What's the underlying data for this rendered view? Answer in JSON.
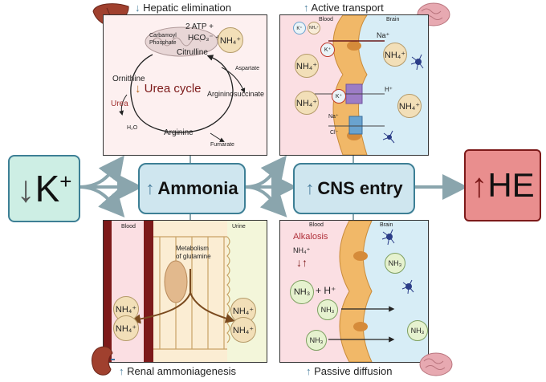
{
  "left_node": {
    "arrow": "↓",
    "text": "K",
    "sup": "+"
  },
  "ammonia_node": {
    "arrow": "↑",
    "text": "Ammonia"
  },
  "cns_node": {
    "arrow": "↑",
    "text": "CNS entry"
  },
  "he_node": {
    "arrow": "↑",
    "text": "HE"
  },
  "hepatic": {
    "title_arrow": "↓",
    "title": "Hepatic elimination",
    "urea_cycle": "Urea cycle",
    "atp_line1": "2 ATP +",
    "atp_line2": "HCO₃⁻ +",
    "nh4": "NH₄⁺",
    "carbamoyl": "Carbamoyl\nPhosphate",
    "citrulline": "Citrulline",
    "aspartate": "Aspartate",
    "argininosuccinate": "Argininosuccinate",
    "fumarate": "Fumarate",
    "arginine": "Arginine",
    "ornithine": "Ornithine",
    "urea": "Urea",
    "h2o": "H₂O"
  },
  "active": {
    "title_arrow": "↑",
    "title": "Active transport",
    "blood": "Blood",
    "brain": "Brain",
    "k": "K⁺",
    "nh4_small": "NH₄⁺",
    "na": "Na⁺",
    "h": "H⁺",
    "na2": "Na⁺",
    "cl": "Cl⁻",
    "nh4": "NH₄⁺"
  },
  "renal": {
    "title_arrow": "↑",
    "title": "Renal ammoniagenesis",
    "blood": "Blood",
    "urine": "Urine",
    "metabolism": "Metabolism\nof glutamine",
    "nh4": "NH₄⁺"
  },
  "passive": {
    "title_arrow": "↑",
    "title": "Passive diffusion",
    "blood": "Blood",
    "brain": "Brain",
    "alkalosis": "Alkalosis",
    "nh4": "NH₄⁺",
    "nh3": "NH₃",
    "plus_h": "+ H⁺"
  },
  "colors": {
    "teal": "#3d7f95",
    "node_blue": "#cfe6ef",
    "left_green": "#cdeee4",
    "he_red": "#e98e8e",
    "dark_red": "#7d1a1a",
    "blood_pink": "#fbdfe3",
    "brain_blue": "#d7edf6",
    "membrane_orange": "#f1b868"
  }
}
